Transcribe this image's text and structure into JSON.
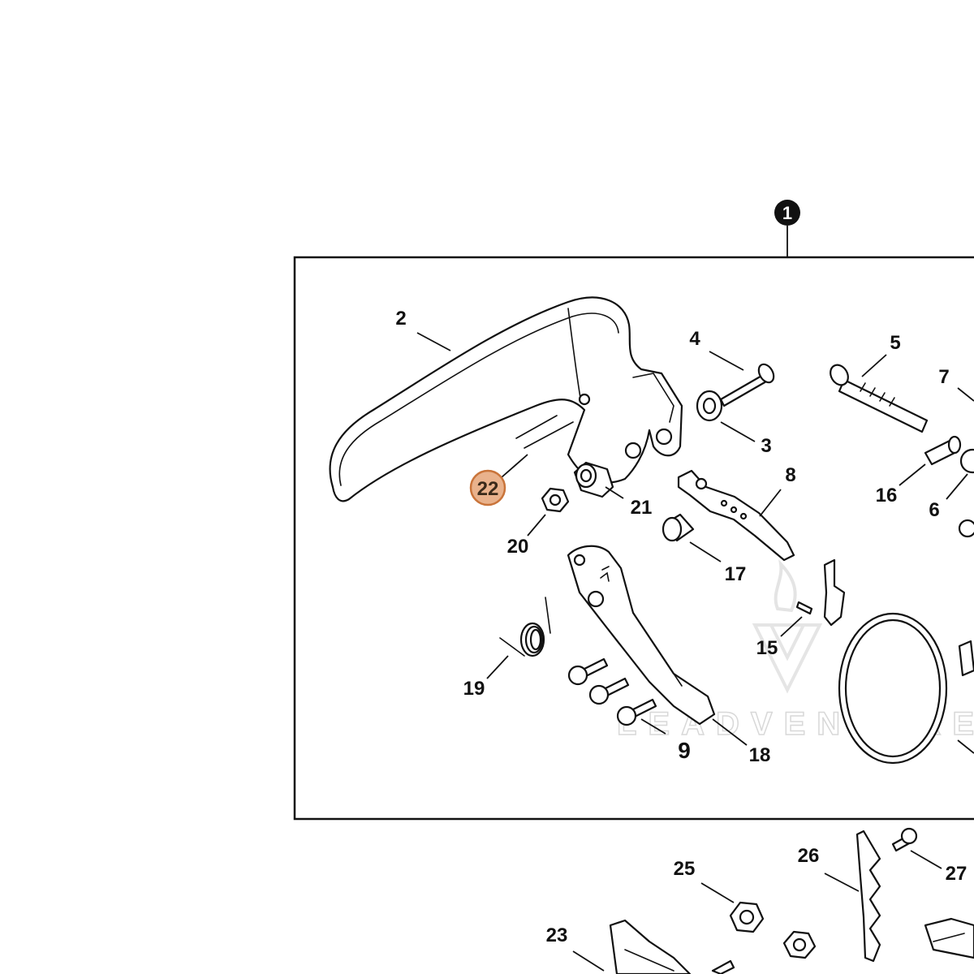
{
  "diagram": {
    "assembly_marker": "1",
    "highlighted_marker": "22",
    "colors": {
      "line": "#111111",
      "background": "#ffffff",
      "highlight_fill": "#e9b28c",
      "highlight_stroke": "#c9743a"
    },
    "callouts": [
      "2",
      "4",
      "5",
      "7",
      "3",
      "16",
      "6",
      "8",
      "21",
      "20",
      "17",
      "15",
      "19",
      "9",
      "18",
      "25",
      "26",
      "27",
      "23"
    ],
    "watermark": "LEADVENTURE"
  }
}
